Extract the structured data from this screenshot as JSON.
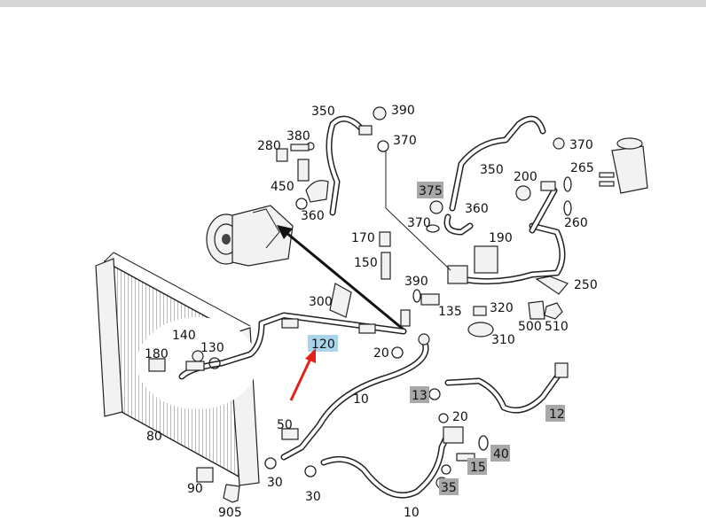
{
  "callouts": {
    "c350a": "350",
    "c390a": "390",
    "c380": "380",
    "c370a": "370",
    "c280": "280",
    "c450": "450",
    "c360a": "360",
    "c370b": "370",
    "c350b": "350",
    "c200": "200",
    "c265": "265",
    "c375": "375",
    "c360b": "360",
    "c370c": "370",
    "c260": "260",
    "c190": "190",
    "c170": "170",
    "c150": "150",
    "c250": "250",
    "c390b": "390",
    "c300": "300",
    "c135": "135",
    "c320": "320",
    "c500": "500",
    "c510": "510",
    "c310": "310",
    "c140": "140",
    "c130": "130",
    "c180": "180",
    "c120": "120",
    "c20a": "20",
    "c10a": "10",
    "c13": "13",
    "c12": "12",
    "c20b": "20",
    "c50": "50",
    "c80": "80",
    "c40": "40",
    "c15": "15",
    "c30a": "30",
    "c30b": "30",
    "c35": "35",
    "c90": "90",
    "c905": "905",
    "c10b": "10"
  },
  "colors": {
    "highlight_blue": "#a9d4ea",
    "highlight_gray": "#a8a8a8",
    "arrow_red": "#e8201c",
    "top_bar": "#d6d6d6"
  }
}
